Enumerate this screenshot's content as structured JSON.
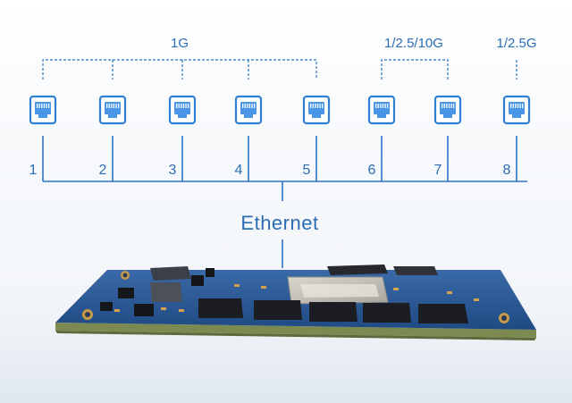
{
  "groups": [
    {
      "label": "1G",
      "ports": [
        1,
        2,
        3,
        4,
        5
      ]
    },
    {
      "label": "1/2.5/10G",
      "ports": [
        6,
        7
      ]
    },
    {
      "label": "1/2.5G",
      "ports": [
        8
      ]
    }
  ],
  "ports": [
    {
      "number": "1",
      "icon": "ethernet-port-icon"
    },
    {
      "number": "2",
      "icon": "ethernet-port-icon"
    },
    {
      "number": "3",
      "icon": "ethernet-port-icon"
    },
    {
      "number": "4",
      "icon": "ethernet-port-icon"
    },
    {
      "number": "5",
      "icon": "ethernet-port-icon"
    },
    {
      "number": "6",
      "icon": "ethernet-port-icon"
    },
    {
      "number": "7",
      "icon": "ethernet-port-icon"
    },
    {
      "number": "8",
      "icon": "ethernet-port-icon"
    }
  ],
  "bus_label": "Ethernet",
  "colors": {
    "accent": "#2d73c4",
    "icon_border": "#2e7fd6",
    "icon_fill": "#4a95e6",
    "text": "#2c6cb5",
    "dashed": "#2d73c4",
    "pcb": "#27548f",
    "chip": "#1c1d22"
  }
}
